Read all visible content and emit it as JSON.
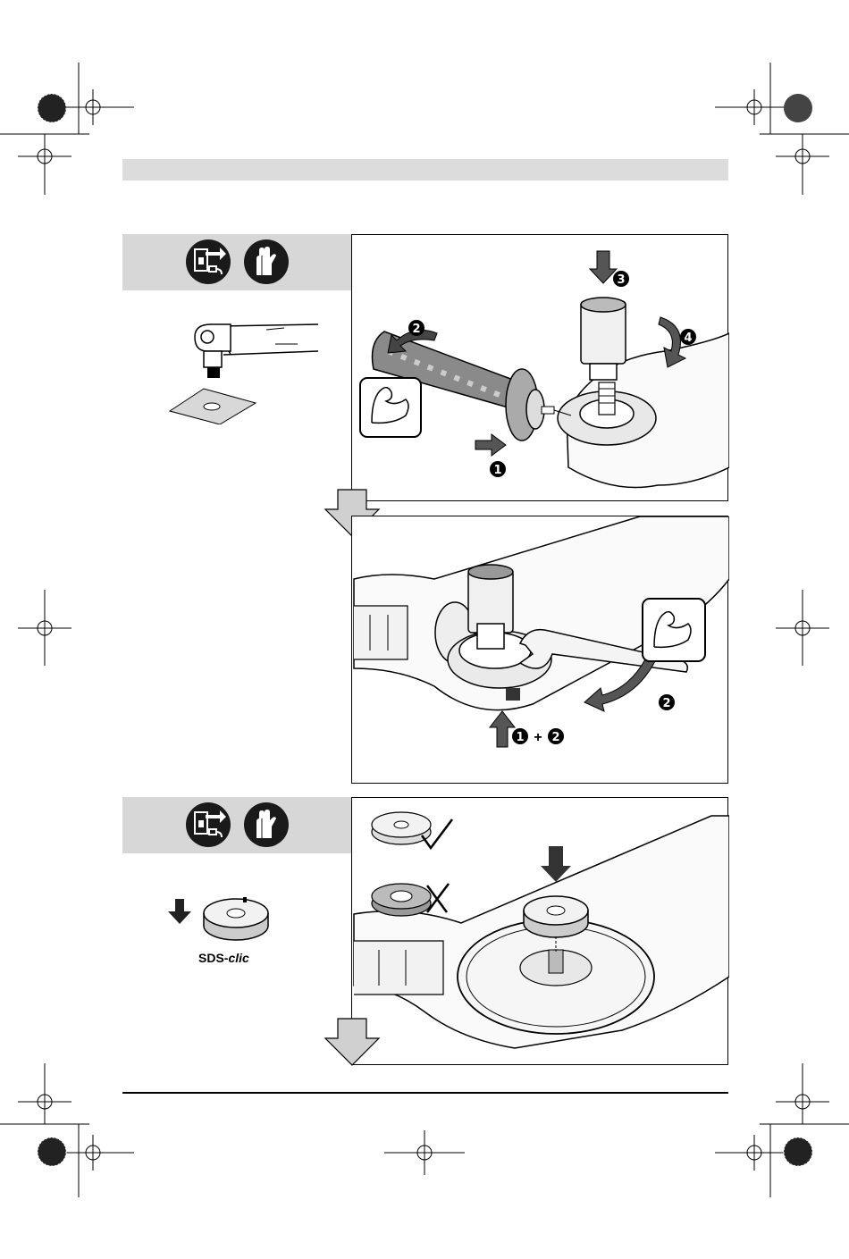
{
  "page": {
    "colors": {
      "band": "#dcdcdc",
      "panel": "#d7d7d7",
      "ink": "#000000"
    }
  },
  "step1": {
    "icons": [
      "unplug-icon",
      "gloves-icon"
    ],
    "callouts": {
      "c1": "1",
      "c2": "2",
      "c3": "3",
      "c4": "4"
    }
  },
  "step2": {
    "callouts": {
      "c1": "1",
      "plus": "+",
      "c2": "2",
      "c2b": "2"
    }
  },
  "step3": {
    "icons": [
      "unplug-icon",
      "gloves-icon"
    ],
    "sds": {
      "prefix": "SDS-",
      "suffix": "clic"
    }
  }
}
